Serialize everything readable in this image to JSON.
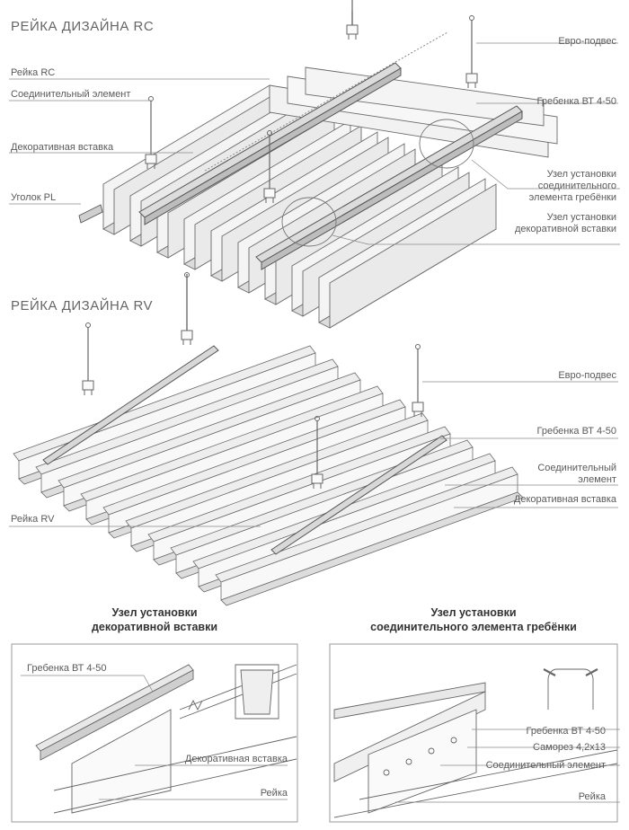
{
  "rc": {
    "title": "РЕЙКА ДИЗАЙНА RC",
    "labels": {
      "evro": "Евро-подвес",
      "reika": "Рейка RC",
      "soed": "Соединительный элемент",
      "grebenka": "Гребенка ВТ 4-50",
      "dekor": "Декоративная вставка",
      "uzel_soed": "Узел установки\nсоединительного\nэлемента гребёнки",
      "ugolok": "Уголок PL",
      "uzel_dekor": "Узел установки\nдекоративной вставки"
    }
  },
  "rv": {
    "title": "РЕЙКА ДИЗАЙНА RV",
    "labels": {
      "evro": "Евро-подвес",
      "grebenka": "Гребенка ВТ 4-50",
      "soed": "Соединительный\nэлемент",
      "dekor": "Декоративная вставка",
      "reika": "Рейка RV"
    }
  },
  "detail_left": {
    "title": "Узел установки\nдекоративной вставки",
    "labels": {
      "grebenka": "Гребенка ВТ 4-50",
      "dekor": "Декоративная вставка",
      "reika": "Рейка"
    }
  },
  "detail_right": {
    "title": "Узел установки\nсоединительного элемента гребёнки",
    "labels": {
      "grebenka": "Гребенка ВТ 4-50",
      "samorez": "Саморез 4,2x13",
      "soed": "Соединительный элемент",
      "reika": "Рейка"
    }
  }
}
